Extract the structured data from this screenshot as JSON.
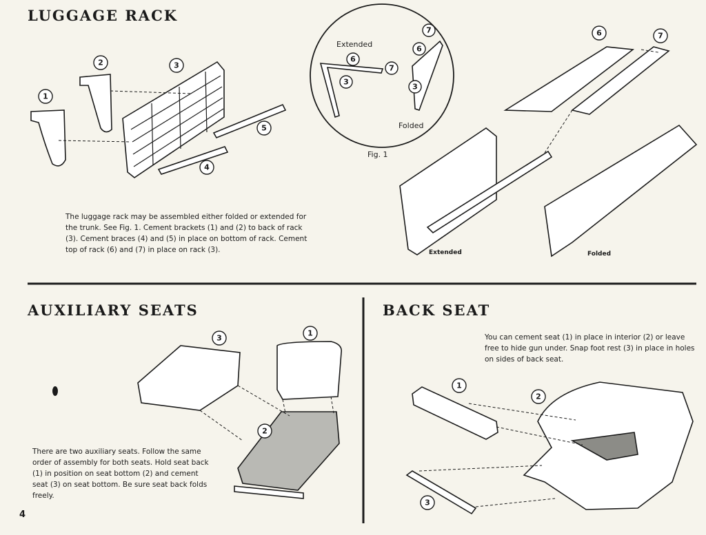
{
  "luggage": {
    "title": "LUGGAGE RACK",
    "paragraph": "The luggage rack may be assembled either folded or extended for the trunk. See Fig. 1. Cement brackets (1) and (2) to back of rack (3). Cement braces (4) and (5) in place on bottom of rack. Cement top of rack (6) and (7) in place on rack (3).",
    "fig_extended": "Extended",
    "fig_folded": "Folded",
    "fig_caption": "Fig. 1",
    "label_extended": "Extended",
    "label_folded": "Folded"
  },
  "aux": {
    "title": "AUXILIARY SEATS",
    "paragraph": "There are two auxiliary seats. Follow the same order of assembly for both seats. Hold seat back (1) in position on seat bottom (2) and cement seat (3) on seat bottom. Be sure seat back folds freely."
  },
  "back": {
    "title": "BACK SEAT",
    "paragraph": "You can cement seat (1) in place in interior (2) or leave free to hide gun under. Snap foot rest (3) in place in holes on sides of back seat."
  },
  "page_number": "4",
  "callouts": {
    "c1": "1",
    "c2": "2",
    "c3": "3",
    "c4": "4",
    "c5": "5",
    "c6": "6",
    "c7": "7"
  }
}
